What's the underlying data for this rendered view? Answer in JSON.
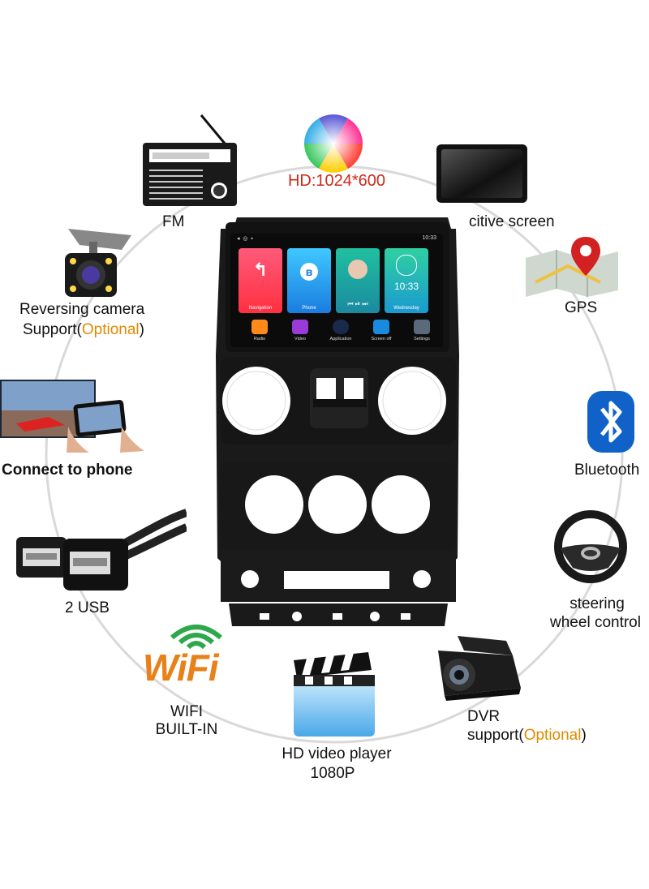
{
  "resolution": {
    "text": "HD:1024*600",
    "color": "#cc2a1a"
  },
  "features": {
    "fm": "FM",
    "screen": "citive screen",
    "reversing_line1": "Reversing camera",
    "reversing_line2": "Support(",
    "optional": "Optional",
    "close_paren": ")",
    "gps": "GPS",
    "phone": "Connect to phone",
    "bluetooth": "Bluetooth",
    "usb": "2 USB",
    "steering_line1": "steering",
    "steering_line2": "wheel control",
    "wifi_logo": "WiFi",
    "wifi_line1": "WIFI",
    "wifi_line2": "BUILT-IN",
    "video_line1": "HD video player",
    "video_line2": "1080P",
    "dvr_line1": "DVR",
    "dvr_line2": "support("
  },
  "device": {
    "status_time": "10:33",
    "clock": "10:33",
    "tiles": [
      "Navigation",
      "Phone",
      "",
      "Wednesday"
    ],
    "apps": [
      "Radio",
      "Video",
      "Application",
      "Screen off",
      "Settings"
    ]
  }
}
